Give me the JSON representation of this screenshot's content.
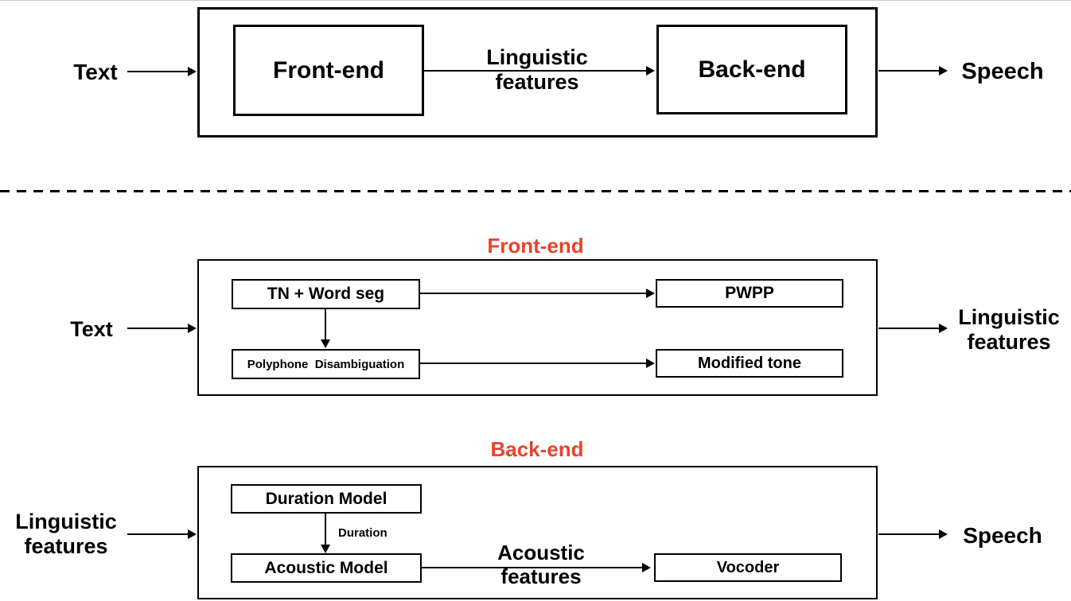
{
  "colors": {
    "accent_red": "#e8432c",
    "line": "#000000",
    "background": "#ffffff"
  },
  "overview": {
    "input_label": "Text",
    "front_end_box": "Front-end",
    "connector_label": "Linguistic\nfeatures",
    "back_end_box": "Back-end",
    "output_label": "Speech"
  },
  "front_end_detail": {
    "title": "Front-end",
    "input_label": "Text",
    "tn_word_seg_box": "TN + Word seg",
    "pwpp_box": "PWPP",
    "polyphone_box": "Polyphone  Disambiguation",
    "modified_tone_box": "Modified tone",
    "output_label": "Linguistic\nfeatures"
  },
  "back_end_detail": {
    "title": "Back-end",
    "input_label": "Linguistic\nfeatures",
    "duration_model_box": "Duration Model",
    "duration_arrow_label": "Duration",
    "acoustic_model_box": "Acoustic Model",
    "acoustic_features_label": "Acoustic\nfeatures",
    "vocoder_box": "Vocoder",
    "output_label": "Speech"
  }
}
